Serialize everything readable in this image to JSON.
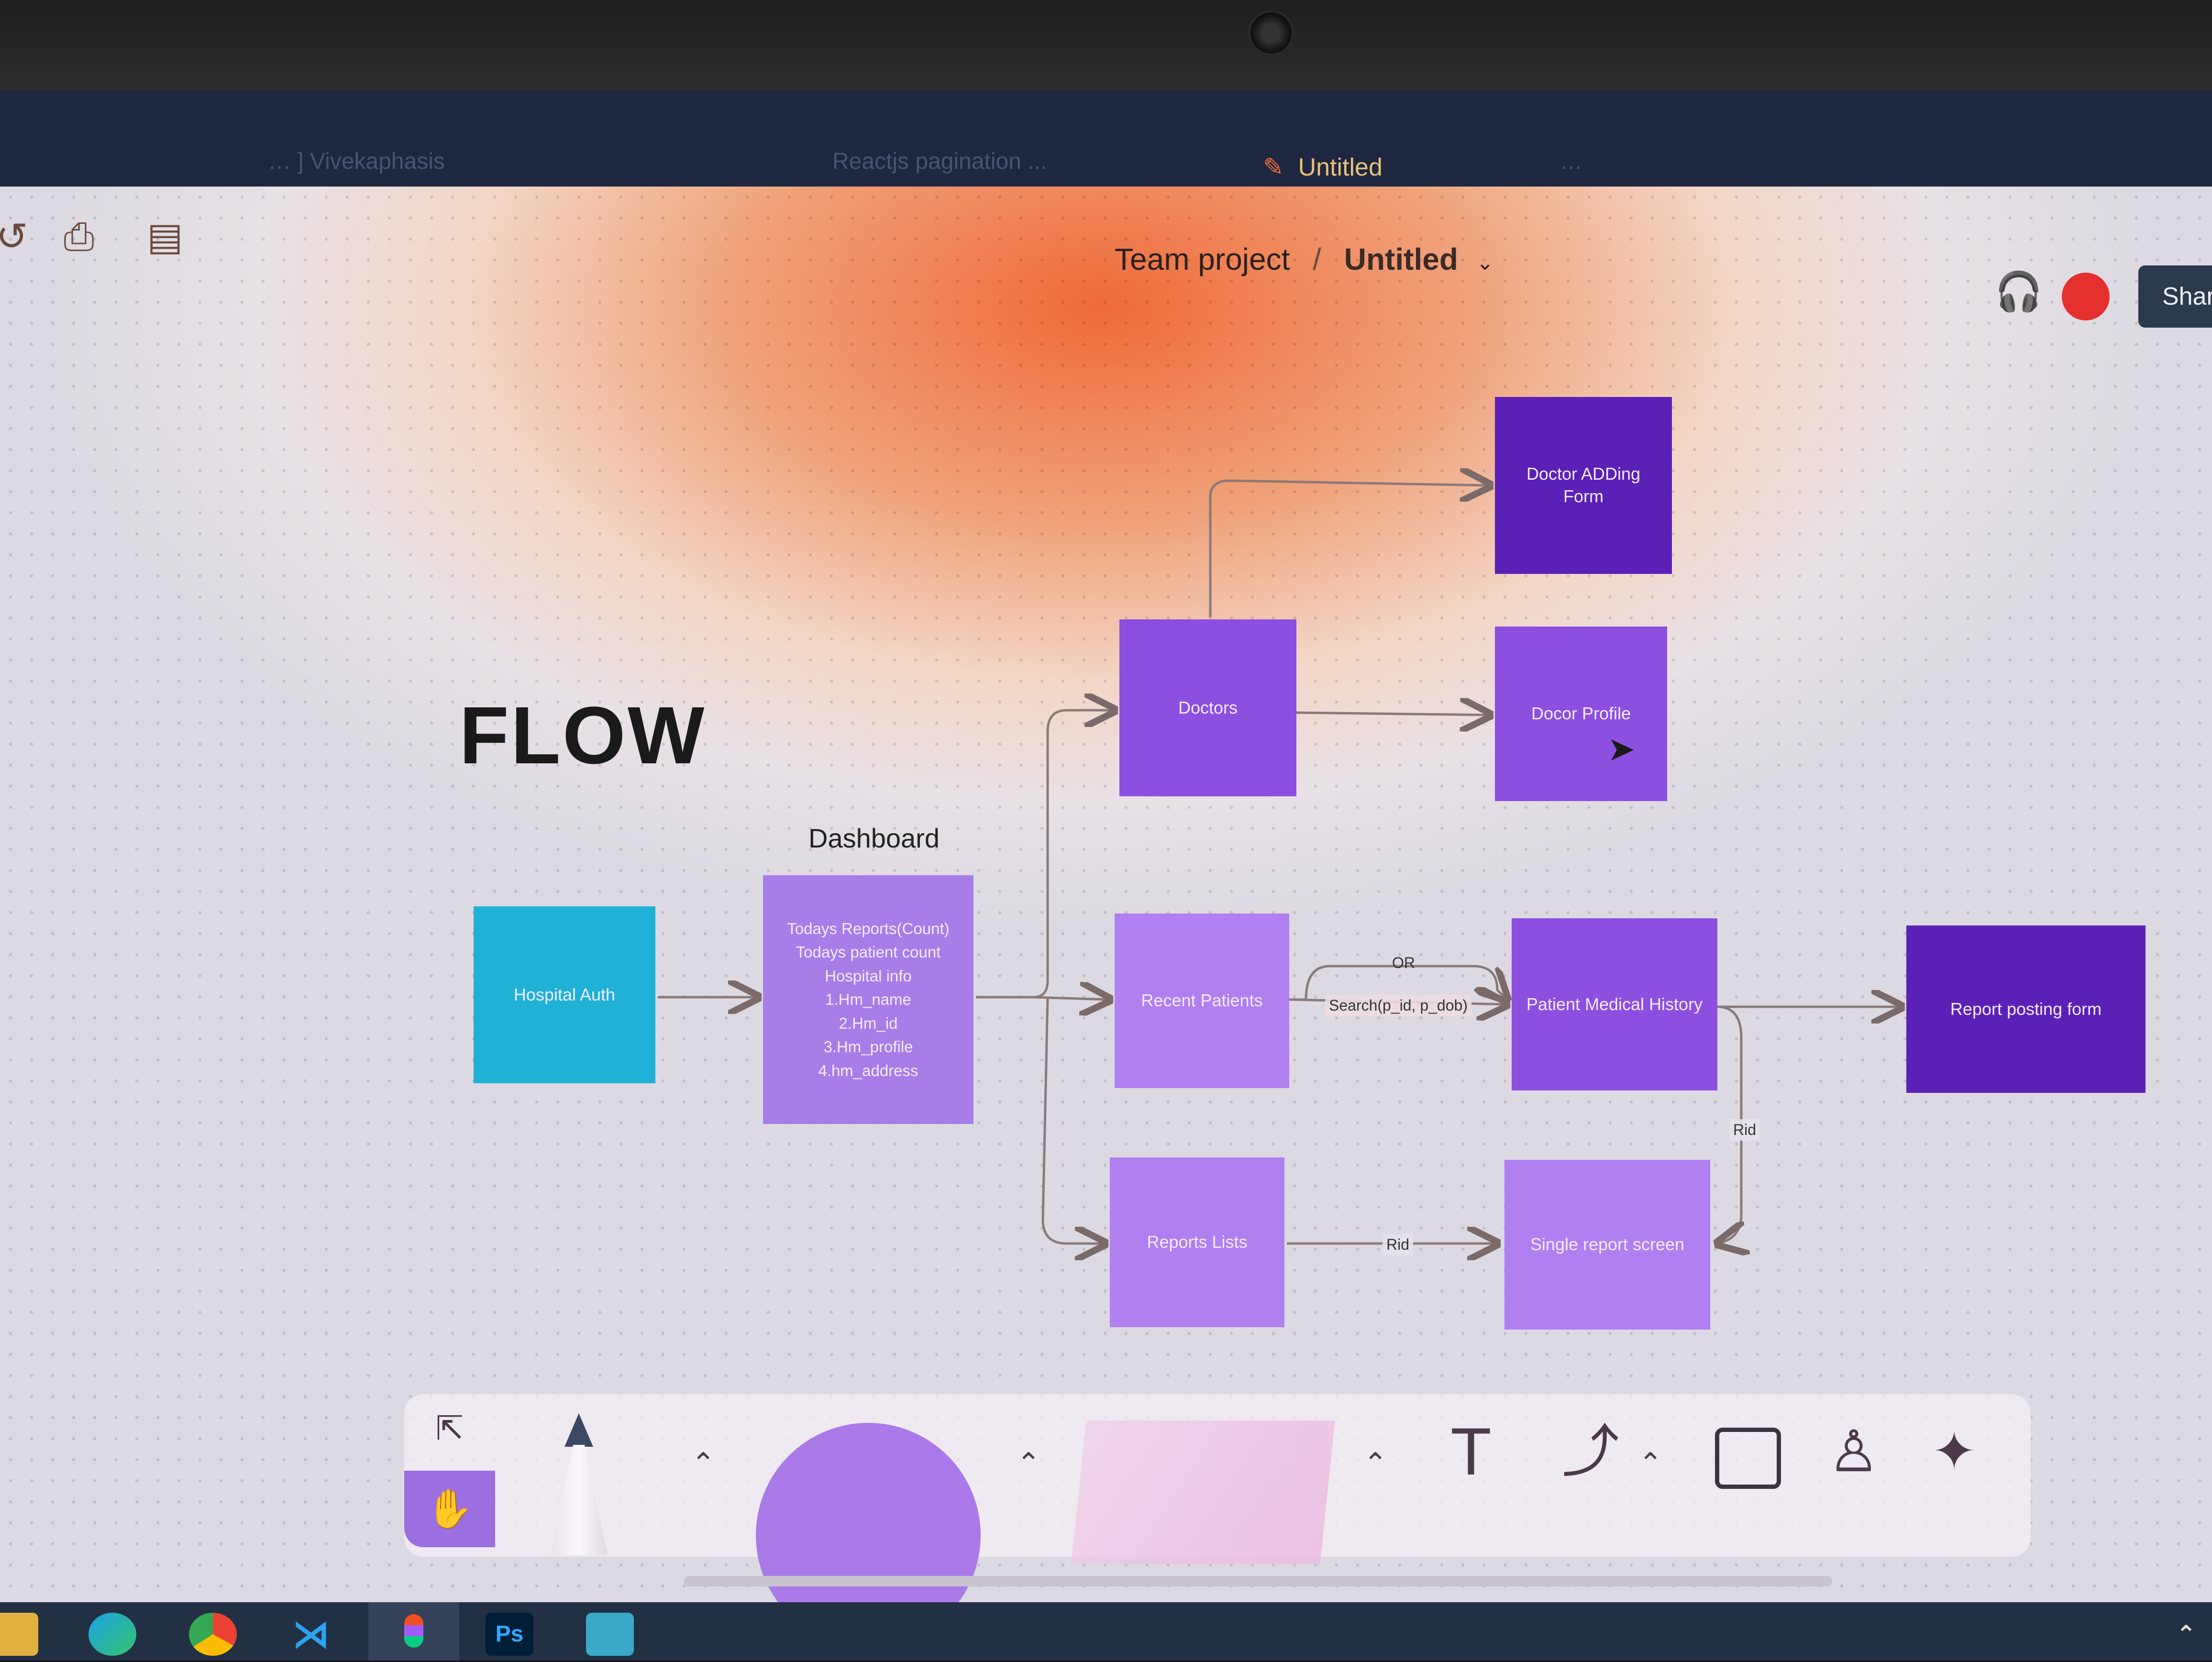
{
  "browser": {
    "tabs": [
      {
        "label": "… ] Vivekaphasis",
        "active": false
      },
      {
        "label": "Reactjs pagination ...",
        "active": false
      },
      {
        "label": "Untitled",
        "active": true
      },
      {
        "label": "…",
        "active": false
      }
    ],
    "active_tab_icon": "figma-pencil-icon"
  },
  "header": {
    "project": "Team project",
    "separator": "/",
    "file": "Untitled",
    "share_label": "Share"
  },
  "canvas": {
    "title": "FLOW",
    "dashboard_label": "Dashboard",
    "nodes": {
      "hospital_auth": "Hospital Auth",
      "dashboard_lines": [
        "Todays Reports(Count)",
        "Todays patient count",
        "Hospital info",
        "1.Hm_name",
        "2.Hm_id",
        "3.Hm_profile",
        "4.hm_address"
      ],
      "doctors": "Doctors",
      "doctor_adding_form": "Doctor ADDing Form",
      "doctor_profile": "Docor Profile",
      "recent_patients": "Recent Patients",
      "patient_medical_history": "Patient Medical History",
      "report_posting_form": "Report posting form",
      "reports_lists": "Reports Lists",
      "single_report_screen": "Single report screen"
    },
    "edge_labels": {
      "or": "OR",
      "search": "Search(p_id, p_dob)",
      "rid_reports": "Rid",
      "rid_history": "Rid"
    }
  },
  "toolbar": {
    "text_tool": "T"
  },
  "taskbar": {
    "photoshop_label": "Ps"
  },
  "colors": {
    "auth": "#1fb1d6",
    "node_mid": "#8d4fe0",
    "node_dark": "#5b21b6",
    "node_light": "#b07ff0",
    "dashboard": "#a77de8"
  }
}
